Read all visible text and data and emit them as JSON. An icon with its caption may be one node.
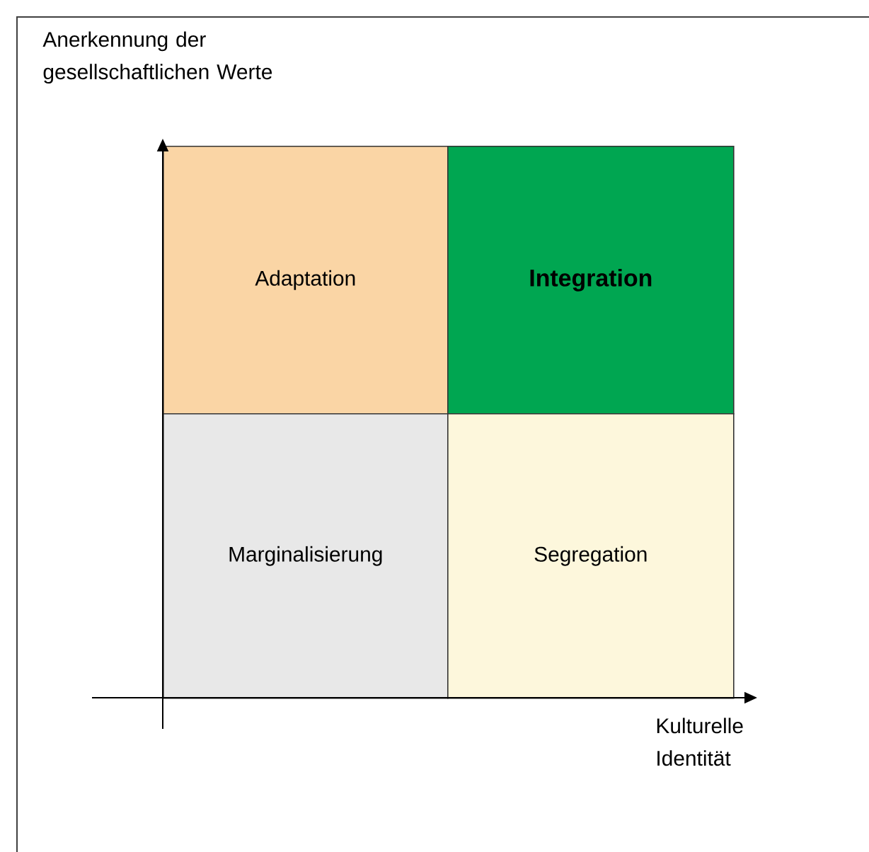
{
  "diagram": {
    "nodes": [
      {
        "text": [
          "Adaptation"
        ]
      },
      {
        "text": [
          "Integration"
        ]
      },
      {
        "text": [
          "Marginalisierung"
        ]
      },
      {
        "text": [
          "Segregation"
        ]
      }
    ],
    "labels": [
      "Anerkennung der gesellschaftlichen Werte",
      "Kulturelle Identität"
    ]
  }
}
